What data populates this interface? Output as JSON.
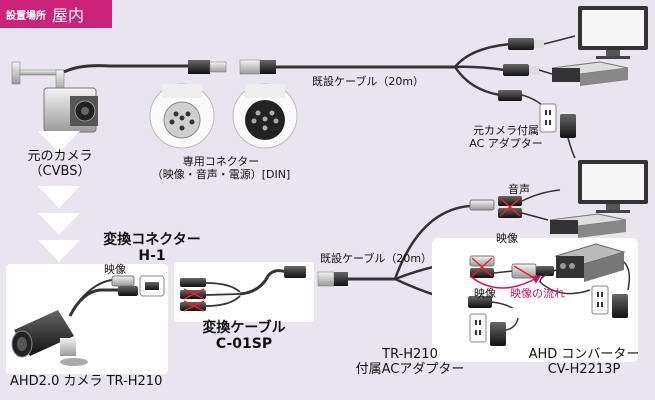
{
  "header": {
    "label_small": "設置場所",
    "label_large": "屋内"
  },
  "labels": {
    "cable_top": "既設ケーブル（20m）",
    "adapter_top_1": "元カメラ付属",
    "adapter_top_2": "AC アダプター",
    "connector_din_1": "専用コネクター",
    "connector_din_2": "（映像・音声・電源）[DIN]",
    "old_camera_1": "元のカメラ",
    "old_camera_2": "（CVBS）",
    "convert_connector_1": "変換コネクター",
    "convert_connector_2": "H-1",
    "video_left": "映像",
    "convert_cable_1": "変換ケーブル",
    "convert_cable_2": "C-01SP",
    "ahd_camera": "AHD2.0 カメラ TR-H210",
    "cable_bottom": "既設ケーブル（20m）",
    "audio": "音声",
    "video_right_top": "映像",
    "video_right_bottom": "映像",
    "video_flow": "映像の流れ",
    "tr_adapter_1": "TR-H210",
    "tr_adapter_2": "付属ACアダプター",
    "ahd_converter_1": "AHD コンバーター",
    "ahd_converter_2": "CV-H2213P"
  },
  "colors": {
    "badge": "#c9237a",
    "background": "#e9e4ef",
    "flow_arrow": "#d4145a",
    "cable": "#333333"
  },
  "icons": [
    "camera-icon",
    "din-connector-icon",
    "monitor-icon",
    "recorder-icon",
    "ac-adapter-icon",
    "arrow-down-icon",
    "bullet-camera-icon",
    "converter-icon"
  ]
}
